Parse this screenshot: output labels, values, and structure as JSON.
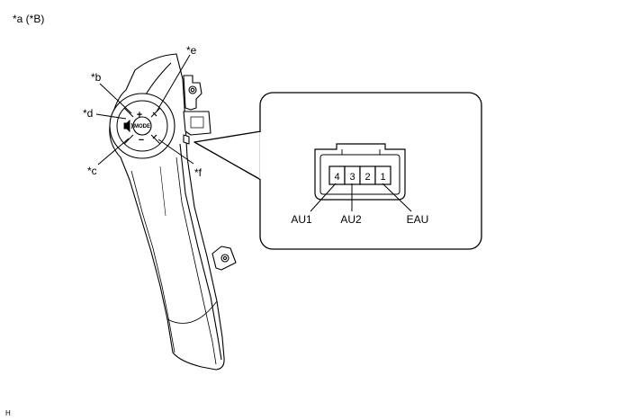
{
  "header": {
    "title": "*a (*B)"
  },
  "callouts": {
    "b": "*b",
    "c": "*c",
    "d": "*d",
    "e": "*e",
    "f": "*f"
  },
  "switch": {
    "mode_label": "MODE",
    "plus_symbol": "+",
    "minus_symbol": "−"
  },
  "connector": {
    "pins": [
      "4",
      "3",
      "2",
      "1"
    ],
    "terminals": [
      "AU1",
      "AU2",
      "EAU"
    ]
  },
  "footer": {
    "code": "H"
  }
}
